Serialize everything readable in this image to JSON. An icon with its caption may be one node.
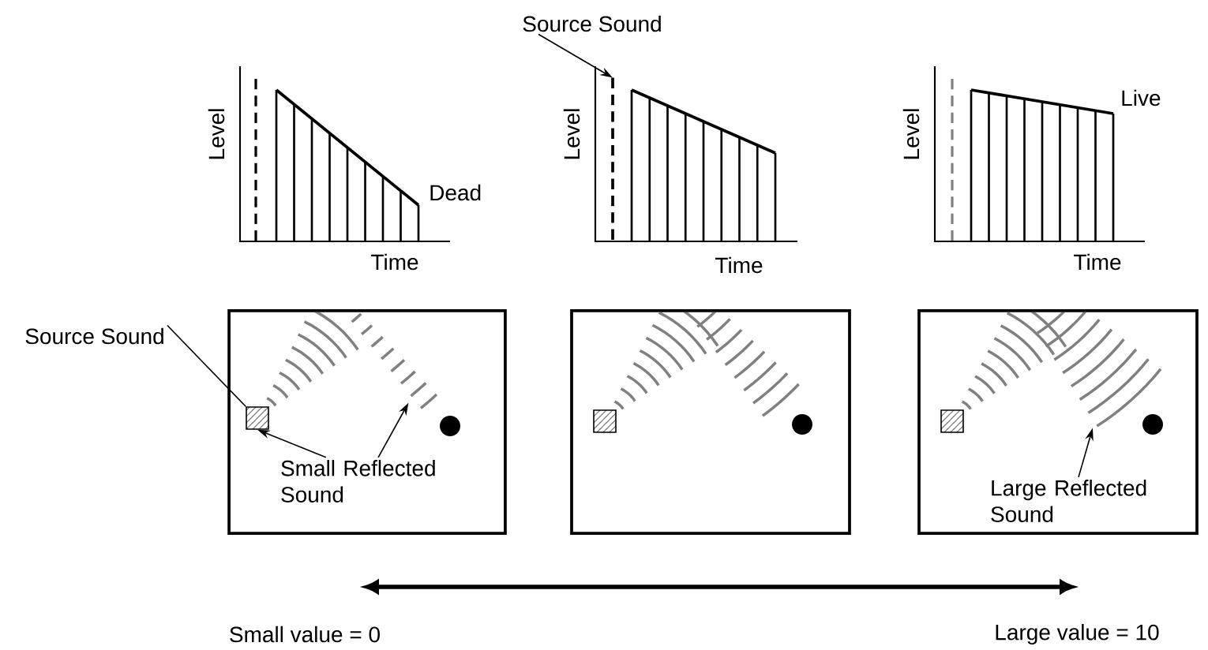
{
  "diagram": {
    "nodes": [
      {
        "text": [],
        "shape": "box"
      },
      {
        "text": [],
        "shape": "box"
      },
      {
        "text": [],
        "shape": "box"
      },
      {
        "text": [],
        "shape": "box",
        "in": 0
      },
      {
        "text": [],
        "shape": "box",
        "in": 1
      },
      {
        "text": [],
        "shape": "box",
        "in": 2
      },
      {
        "text": [
          "Source Sound"
        ]
      },
      {
        "text": [
          "Small Reflected Sound"
        ],
        "in": 0
      },
      {
        "text": [
          "Large Reflected Sound"
        ],
        "in": 2
      },
      {
        "text": [
          "Source Sound"
        ]
      },
      {
        "text": [],
        "shape": "line"
      },
      {
        "text": [],
        "shape": "wave",
        "in": 0
      },
      {
        "text": [],
        "shape": "wave",
        "in": 1
      },
      {
        "text": [],
        "shape": "wave",
        "in": 2
      }
    ],
    "edges": [
      {
        "from": 6,
        "to": 3,
        "arrow": "none"
      },
      {
        "from": 7,
        "to": 3,
        "arrow": "to"
      },
      {
        "from": 7,
        "to": 11,
        "arrow": "to"
      },
      {
        "from": 8,
        "to": 13,
        "arrow": "to"
      },
      {
        "from": 9,
        "to": 10,
        "arrow": "to"
      }
    ],
    "labels": [
      "Level",
      "Dead",
      "Time",
      "Level",
      "Time",
      "Level",
      "Live",
      "Time",
      "Small value = 0",
      "Large value = 10"
    ]
  }
}
